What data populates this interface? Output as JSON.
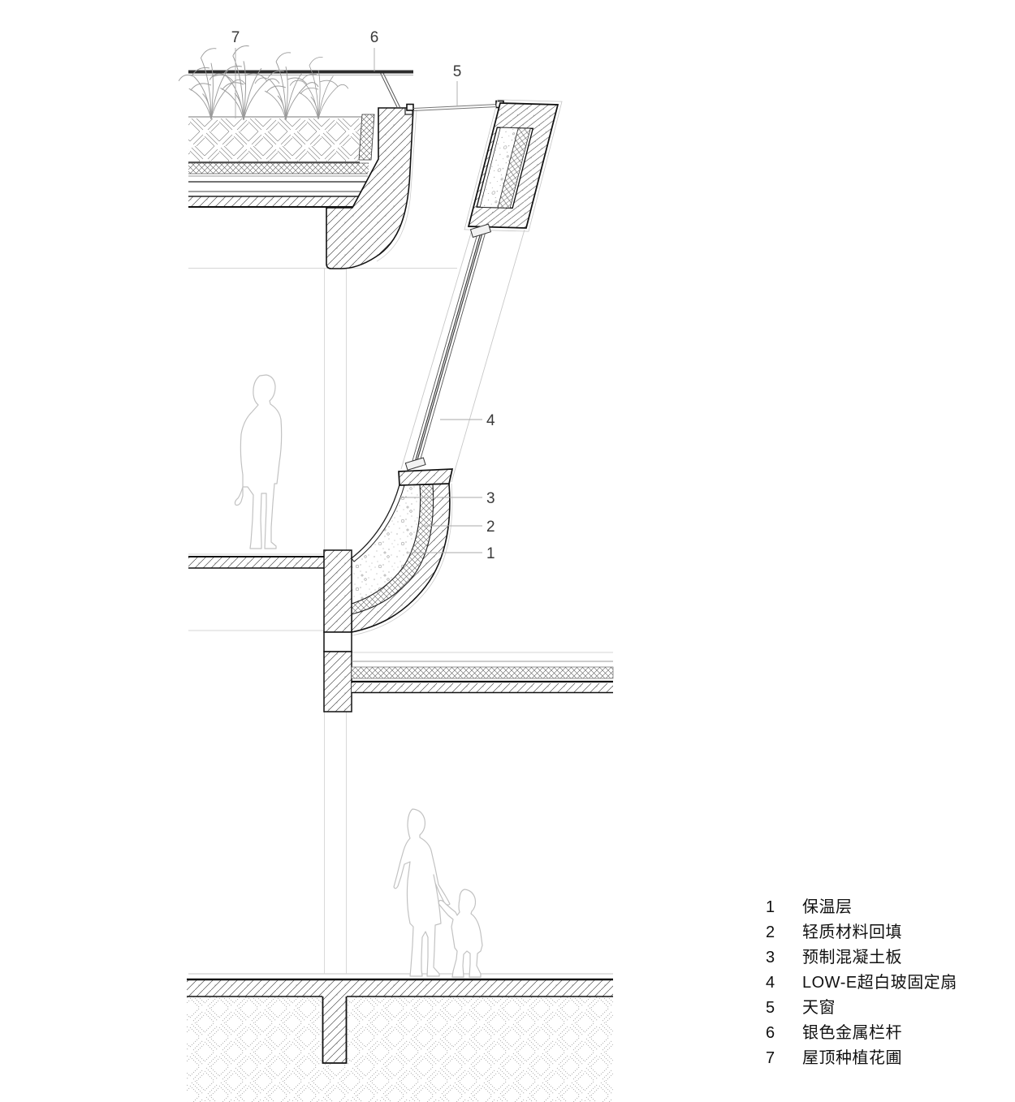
{
  "drawing": {
    "type": "architectural-section-detail",
    "callouts": {
      "c1": "1",
      "c2": "2",
      "c3": "3",
      "c4": "4",
      "c5": "5",
      "c6": "6",
      "c7": "7"
    }
  },
  "legend": {
    "items": [
      {
        "num": "1",
        "label": "保温层"
      },
      {
        "num": "2",
        "label": "轻质材料回填"
      },
      {
        "num": "3",
        "label": "预制混凝土板"
      },
      {
        "num": "4",
        "label": "LOW-E超白玻固定扇"
      },
      {
        "num": "5",
        "label": "天窗"
      },
      {
        "num": "6",
        "label": "银色金属栏杆"
      },
      {
        "num": "7",
        "label": "屋顶种植花圃"
      }
    ]
  },
  "colors": {
    "linework": "#111111",
    "leader": "#aaaaaa",
    "figure_outline": "#c2c2c2"
  }
}
